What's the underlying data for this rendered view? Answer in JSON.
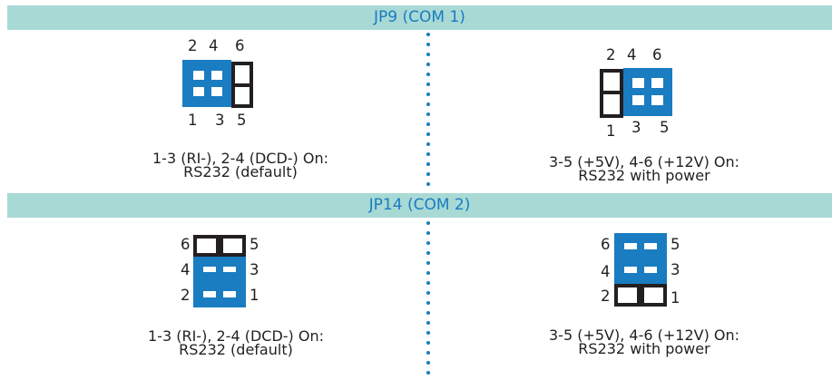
{
  "sections": [
    {
      "title": "JP9 (COM 1)"
    },
    {
      "title": "JP14 (COM 2)"
    }
  ],
  "jp9": {
    "left": {
      "top_pins": [
        "2",
        "4",
        "6"
      ],
      "bottom_pins": [
        "1",
        "3",
        "5"
      ],
      "caption_line1": "1-3 (RI-), 2-4 (DCD-) On:",
      "caption_line2": "RS232 (default)"
    },
    "right": {
      "top_pins": [
        "2",
        "4",
        "6"
      ],
      "bottom_pins": [
        "1",
        "3",
        "5"
      ],
      "caption_line1": "3-5 (+5V), 4-6 (+12V) On:",
      "caption_line2": "RS232 with power"
    }
  },
  "jp14": {
    "left": {
      "left_pins": [
        "6",
        "4",
        "2"
      ],
      "right_pins": [
        "5",
        "3",
        "1"
      ],
      "caption_line1": "1-3 (RI-), 2-4 (DCD-) On:",
      "caption_line2": "RS232 (default)"
    },
    "right": {
      "left_pins": [
        "6",
        "4",
        "2"
      ],
      "right_pins": [
        "5",
        "3",
        "1"
      ],
      "caption_line1": "3-5 (+5V), 4-6 (+12V) On:",
      "caption_line2": "RS232 with power"
    }
  },
  "colors": {
    "header_bar": "#a8d9d5",
    "jumper_cap": "#1a7cc1",
    "pin_outline": "#231f20"
  }
}
